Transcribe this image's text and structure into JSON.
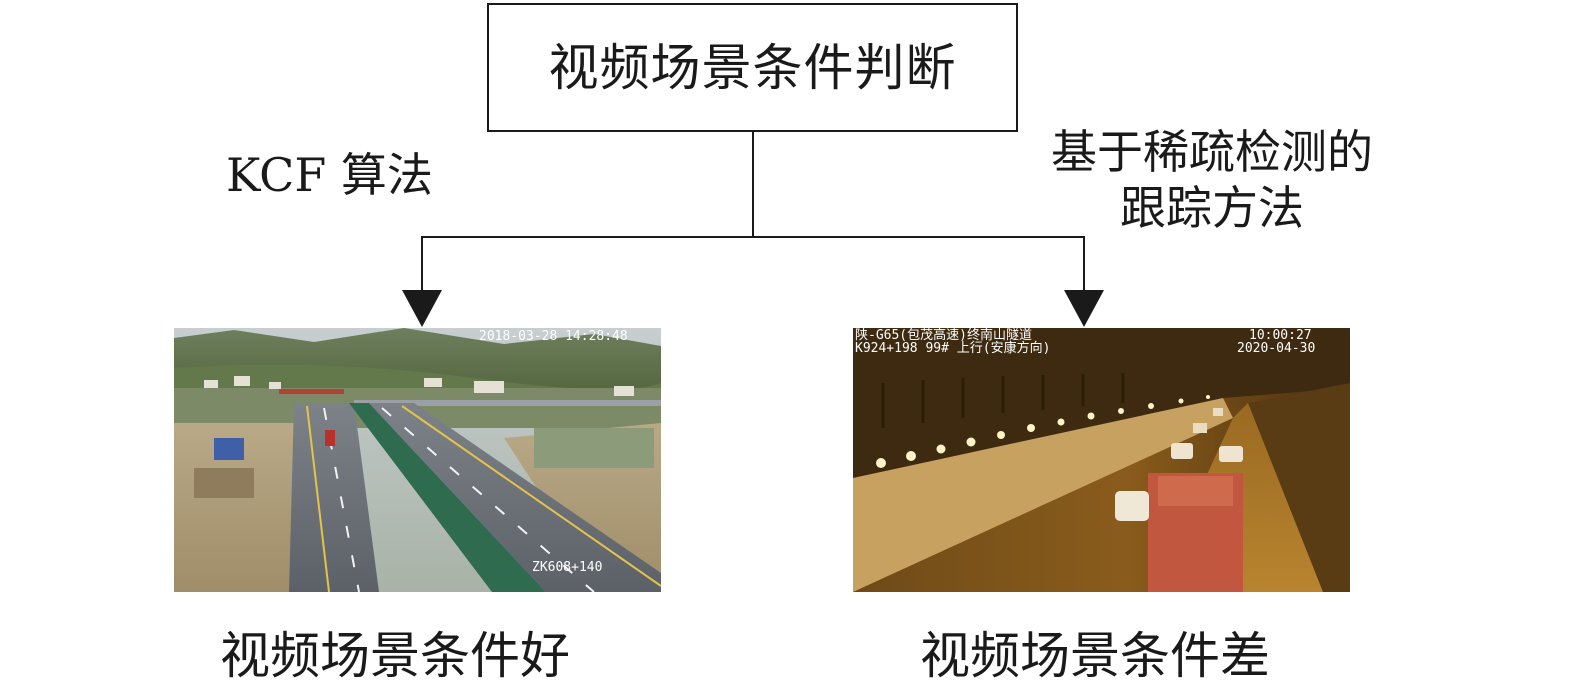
{
  "root": {
    "label": "视频场景条件判断"
  },
  "branches": {
    "left": {
      "method": "KCF 算法",
      "caption": "视频场景条件好",
      "image": {
        "scene": "highway-scene",
        "timestamp": "2018-03-28 14:28:48",
        "milestone": "ZK608+140"
      }
    },
    "right": {
      "method": "基于稀疏检测的跟踪方法",
      "caption": "视频场景条件差",
      "image": {
        "scene": "tunnel-scene",
        "overlay_line1": "陕-G65(包茂高速)终南山隧道",
        "overlay_line2": "K924+198 99# 上行(安康方向)",
        "time": "10:00:27",
        "date": "2020-04-30"
      }
    }
  },
  "colors": {
    "line": "#1a1a1a",
    "box_border": "#1a1a1a",
    "background": "#ffffff"
  }
}
